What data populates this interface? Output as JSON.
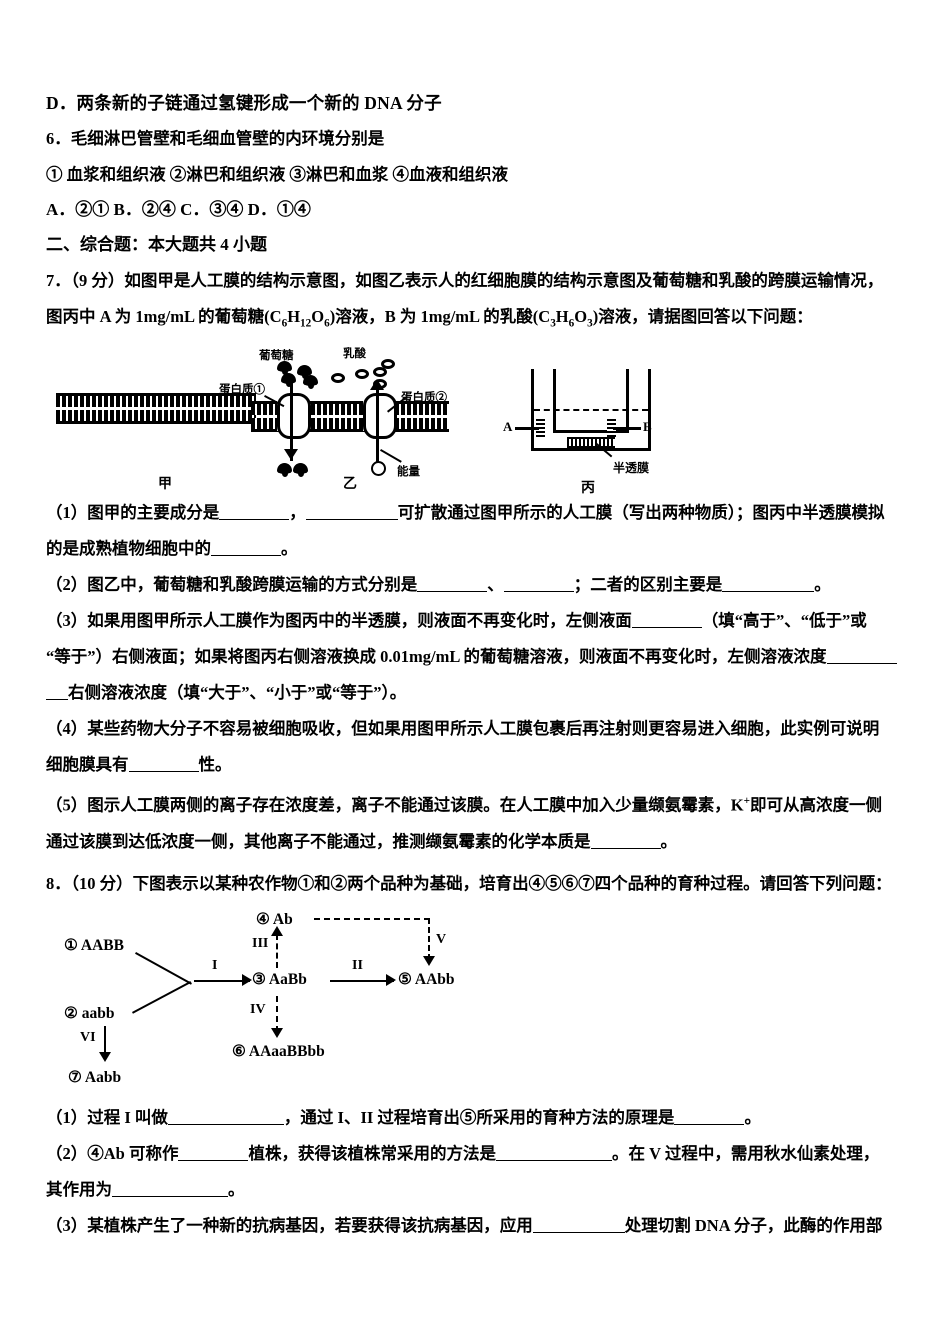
{
  "document": {
    "type": "exam-paper",
    "subject_language": "zh-CN"
  },
  "question5_tail": {
    "option_d": "D．两条新的子链通过氢键形成一个新的 DNA 分子"
  },
  "question6": {
    "stem": "6．毛细淋巴管壁和毛细血管壁的内环境分别是",
    "statements": "① 血浆和组织液  ②淋巴和组织液  ③淋巴和血浆 ④血液和组织液",
    "choices": "A．②①   B．②④   C．③④   D．①④"
  },
  "section2": {
    "heading": "二、综合题：本大题共 4 小题"
  },
  "question7": {
    "stem_line1": "7．（9 分）如图甲是人工膜的结构示意图，如图乙表示人的红细胞膜的结构示意图及葡萄糖和乳酸的跨膜运输情况，",
    "stem_line2_a": "图丙中 A 为 1mg/mL 的葡萄糖(C",
    "stem_line2_b": "6",
    "stem_line2_c": "H",
    "stem_line2_d": "12",
    "stem_line2_e": "O",
    "stem_line2_f": "6",
    "stem_line2_g": ")溶液，B 为 1mg/mL 的乳酸(C",
    "stem_line2_h": "3",
    "stem_line2_i": "H",
    "stem_line2_j": "6",
    "stem_line2_k": "O",
    "stem_line2_l": "3",
    "stem_line2_m": ")溶液，请据图回答以下问题：",
    "sub1_part1": "（1）图甲的主要成分是",
    "sub1_part2": "，",
    "sub1_part3": "可扩散通过图甲所示的人工膜（写出两种物质）；图丙中半透膜模拟",
    "sub1_part4": "的是成熟植物细胞中的",
    "sub1_part5": "。",
    "sub2_part1": "（2）图乙中，葡萄糖和乳酸跨膜运输的方式分别是",
    "sub2_part2": "、",
    "sub2_part3": "；二者的区别主要是",
    "sub2_part4": "。",
    "sub3_part1": "（3）如果用图甲所示人工膜作为图丙中的半透膜，则液面不再变化时，左侧液面",
    "sub3_part2": "（填“高于”、“低于”或",
    "sub3_part3": "“等于”）右侧液面；如果将图丙右侧溶液换成 0.01mg/mL 的葡萄糖溶液，则液面不再变化时，左侧溶液浓度",
    "sub3_part4": "右侧溶液浓度（填“大于”、“小于”或“等于”）。",
    "sub4_part1": "（4）某些药物大分子不容易被细胞吸收，但如果用图甲所示人工膜包裹后再注射则更容易进入细胞，此实例可说明",
    "sub4_part2": "细胞膜具有",
    "sub4_part3": "性。",
    "sub5_part1": "（5）图示人工膜两侧的离子存在浓度差，离子不能通过该膜。在人工膜中加入少量缬氨霉素，K",
    "sub5_sup": "+",
    "sub5_part2": "即可从高浓度一侧",
    "sub5_part3": "通过该膜到达低浓度一侧，其他离子不能通过，推测缬氨霉素的化学本质是",
    "sub5_part4": "。"
  },
  "figure_membrane": {
    "panel_jia": {
      "label": "甲",
      "description": "artificial-membrane-bilayer"
    },
    "panel_yi": {
      "label": "乙",
      "glucose_label": "葡萄糖",
      "lactate_label": "乳酸",
      "protein1_label": "蛋白质①",
      "protein2_label": "蛋白质②",
      "energy_label": "能量"
    },
    "panel_bing": {
      "label": "丙",
      "left_side": "A",
      "right_side": "B",
      "membrane_label": "半透膜"
    }
  },
  "question8": {
    "stem": "8．（10 分）下图表示以某种农作物①和②两个品种为基础，培育出④⑤⑥⑦四个品种的育种过程。请回答下列问题：",
    "sub1_part1": "（1）过程 I 叫做",
    "sub1_part2": "，通过 I、II 过程培育出⑤所采用的育种方法的原理是",
    "sub1_part3": "。",
    "sub2_part1": "（2）④Ab 可称作",
    "sub2_part2": "植株，获得该植株常采用的方法是",
    "sub2_part3": "。在 V 过程中，需用秋水仙素处理，",
    "sub2_part4": "其作用为",
    "sub2_part5": "。",
    "sub3_part1": "（3）某植株产生了一种新的抗病基因，若要获得该抗病基因，应用",
    "sub3_part2": "处理切割 DNA 分子，此酶的作用部"
  },
  "figure_breeding": {
    "nodes": [
      {
        "id": "n1",
        "label": "① AABB"
      },
      {
        "id": "n2",
        "label": "② aabb"
      },
      {
        "id": "n3",
        "label": "③ AaBb"
      },
      {
        "id": "n4",
        "label": "④ Ab"
      },
      {
        "id": "n5",
        "label": "⑤ AAbb"
      },
      {
        "id": "n6",
        "label": "⑥ AAaaBBbb"
      },
      {
        "id": "n7",
        "label": "⑦ Aabb"
      }
    ],
    "processes": [
      {
        "id": "p1",
        "label": "I"
      },
      {
        "id": "p2",
        "label": "II"
      },
      {
        "id": "p3",
        "label": "III"
      },
      {
        "id": "p4",
        "label": "IV"
      },
      {
        "id": "p5",
        "label": "V"
      },
      {
        "id": "p6",
        "label": "VI"
      }
    ]
  }
}
